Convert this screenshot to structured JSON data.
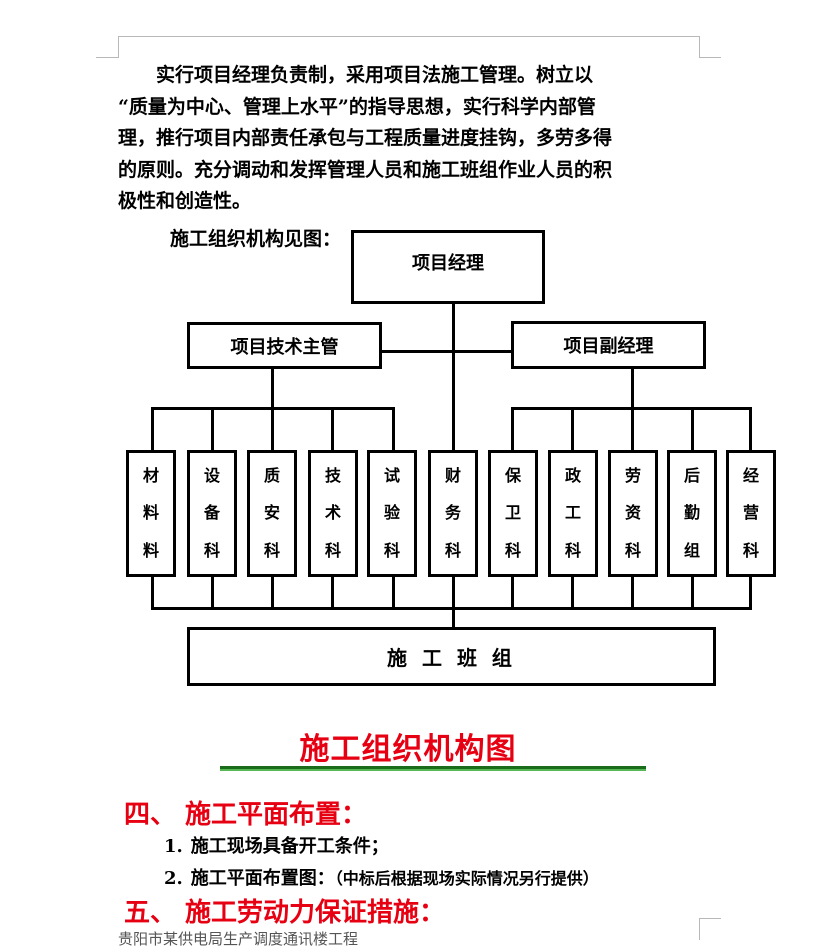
{
  "paragraph": {
    "lines": [
      "实行项目经理负责制，采用项目法施工管理。树立以",
      "“质量为中心、管理上水平”的指导思想，实行科学内部管",
      "理，推行项目内部责任承包与工程质量进度挂钩，多劳多得",
      "的原则。充分调动和发挥管理人员和施工班组作业人员的积",
      "极性和创造性。"
    ]
  },
  "intro": "施工组织机构见图：",
  "org_chart": {
    "top": "项目经理",
    "left_manager": "项目技术主管",
    "right_manager": "项目副经理",
    "departments": [
      [
        "材",
        "料",
        "料"
      ],
      [
        "设",
        "备",
        "科"
      ],
      [
        "质",
        "安",
        "科"
      ],
      [
        "技",
        "术",
        "科"
      ],
      [
        "试",
        "验",
        "科"
      ],
      [
        "财",
        "务",
        "科"
      ],
      [
        "保",
        "卫",
        "科"
      ],
      [
        "政",
        "工",
        "科"
      ],
      [
        "劳",
        "资",
        "科"
      ],
      [
        "后",
        "勤",
        "组"
      ],
      [
        "经",
        "营",
        "科"
      ]
    ],
    "bottom": "施 工 班 组"
  },
  "chart_caption": "施工组织机构图",
  "section4": {
    "heading": "四、 施工平面布置：",
    "items": [
      {
        "num": "1.",
        "text": "施工现场具备开工条件；",
        "note": ""
      },
      {
        "num": "2.",
        "text": "施工平面布置图：",
        "note": "（中标后根据现场实际情况另行提供）"
      }
    ]
  },
  "section5": {
    "heading": "五、 施工劳动力保证措施："
  },
  "footer_text": "贵阳市某供电局生产调度通讯楼工程",
  "colors": {
    "heading_red": "#e60012",
    "rule_dark_green": "#1a6b1a",
    "rule_light_green": "#55b855"
  }
}
